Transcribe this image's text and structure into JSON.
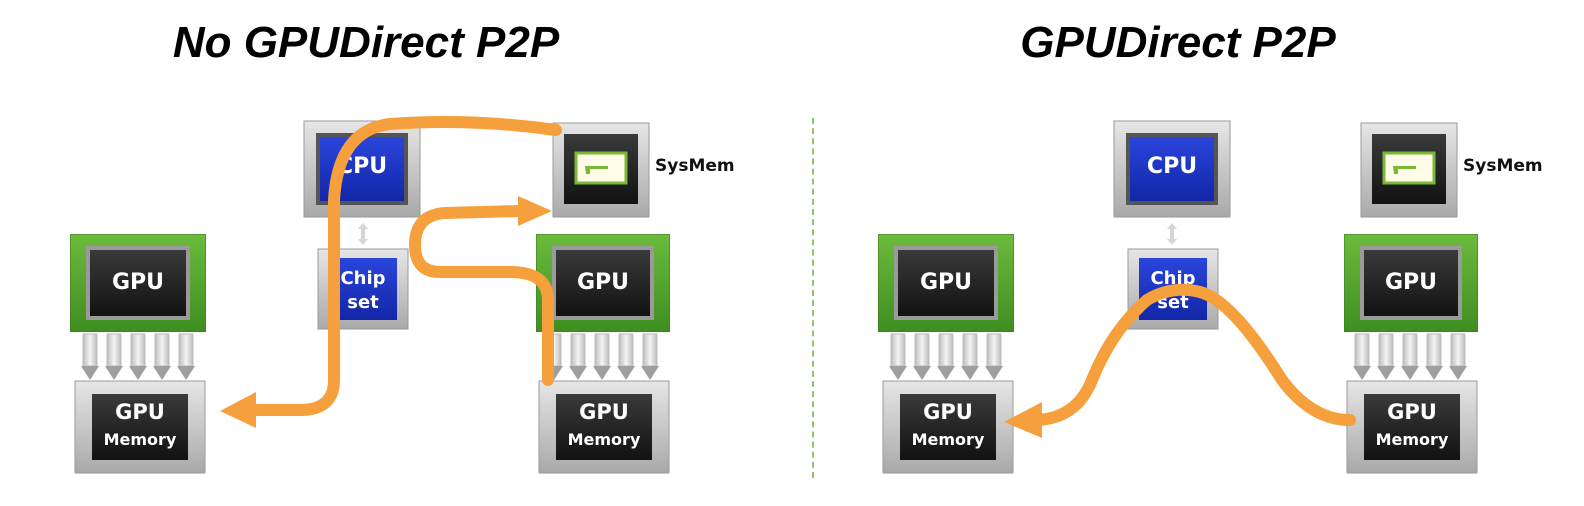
{
  "panels": [
    {
      "title": "No GPUDirect P2P",
      "labels": {
        "cpu": "CPU",
        "chipset_line1": "Chip",
        "chipset_line2": "set",
        "gpu_left": "GPU",
        "gpu_right": "GPU",
        "mem_left_line1": "GPU",
        "mem_left_line2": "Memory",
        "mem_right_line1": "GPU",
        "mem_right_line2": "Memory",
        "sysmem": "SysMem"
      }
    },
    {
      "title": "GPUDirect P2P",
      "labels": {
        "cpu": "CPU",
        "chipset_line1": "Chip",
        "chipset_line2": "set",
        "gpu_left": "GPU",
        "gpu_right": "GPU",
        "mem_left_line1": "GPU",
        "mem_left_line1_": "GPU",
        "mem_left_line2": "Memory",
        "mem_right_line1": "GPU",
        "mem_right_line2": "Memory",
        "sysmem": "SysMem"
      }
    }
  ],
  "colors": {
    "gpu_board": "#5aa232",
    "processor_blue": "#1731c4",
    "chip_dark": "#1c1c1c",
    "frame_gray": "#b8b8b8",
    "arrow": "#f5a03c",
    "divider": "#8dc66b",
    "sysmem_green": "#7ab838"
  }
}
